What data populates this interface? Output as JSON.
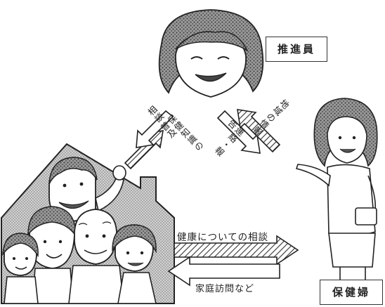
{
  "roles": {
    "promoter": "推進員",
    "nurse": "保健婦"
  },
  "flows": {
    "family_to_nurse": "健康についての相談",
    "nurse_to_family": "家庭訪問など",
    "family_to_promoter": "相談",
    "promoter_to_family": "保健知識の普及",
    "promoter_to_nurse": "連絡・報告",
    "nurse_to_promoter": "地域の情報"
  },
  "colors": {
    "ink": "#222222",
    "house_fill": "#bdbdbd",
    "hatch": "#333333"
  }
}
